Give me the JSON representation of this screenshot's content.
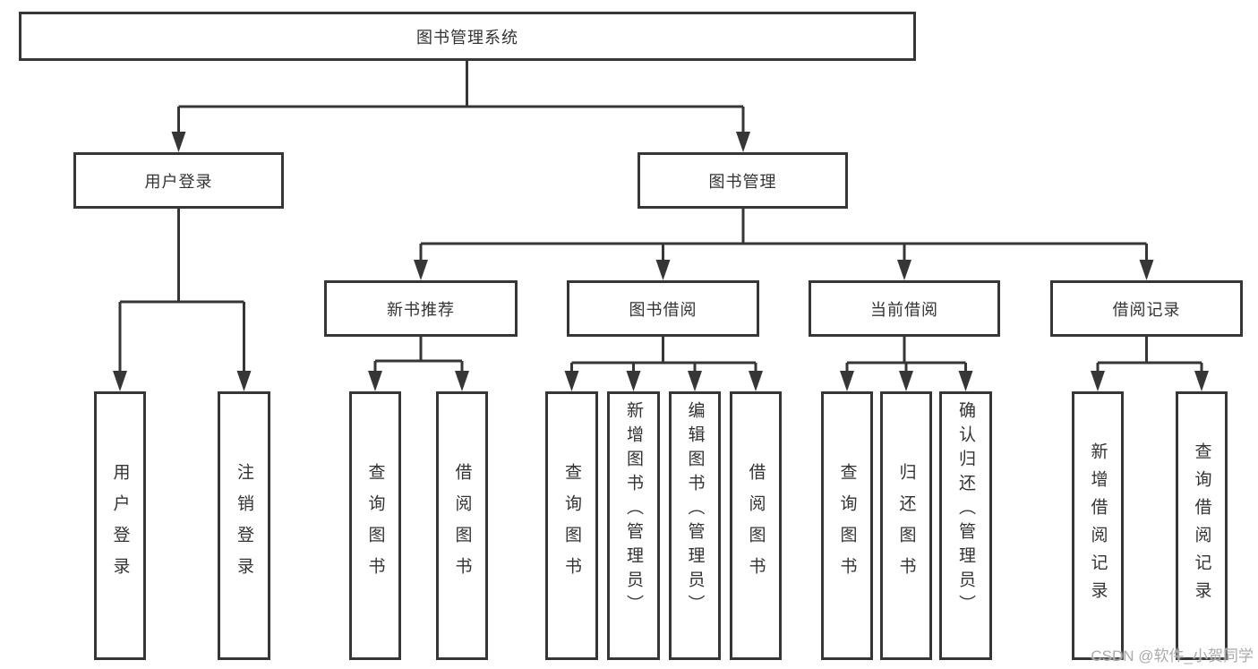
{
  "diagram_type": "hierarchy-tree",
  "colors": {
    "line": "#363636",
    "box_border": "#363636",
    "text": "#333333",
    "background": "#ffffff",
    "watermark_text": "#ababab"
  },
  "tree": {
    "label": "图书管理系统",
    "children": [
      {
        "label": "用户登录",
        "children": [
          {
            "label": "用户登录"
          },
          {
            "label": "注销登录"
          }
        ]
      },
      {
        "label": "图书管理",
        "children": [
          {
            "label": "新书推荐",
            "children": [
              {
                "label": "查询图书"
              },
              {
                "label": "借阅图书"
              }
            ]
          },
          {
            "label": "图书借阅",
            "children": [
              {
                "label": "查询图书"
              },
              {
                "label": "新增图书（管理员）"
              },
              {
                "label": "编辑图书（管理员）"
              },
              {
                "label": "借阅图书"
              }
            ]
          },
          {
            "label": "当前借阅",
            "children": [
              {
                "label": "查询图书"
              },
              {
                "label": "归还图书"
              },
              {
                "label": "确认归还（管理员）"
              }
            ]
          },
          {
            "label": "借阅记录",
            "children": [
              {
                "label": "新增借阅记录"
              },
              {
                "label": "查询借阅记录"
              }
            ]
          }
        ]
      }
    ]
  },
  "watermark": "CSDN @软件_小贺同学"
}
